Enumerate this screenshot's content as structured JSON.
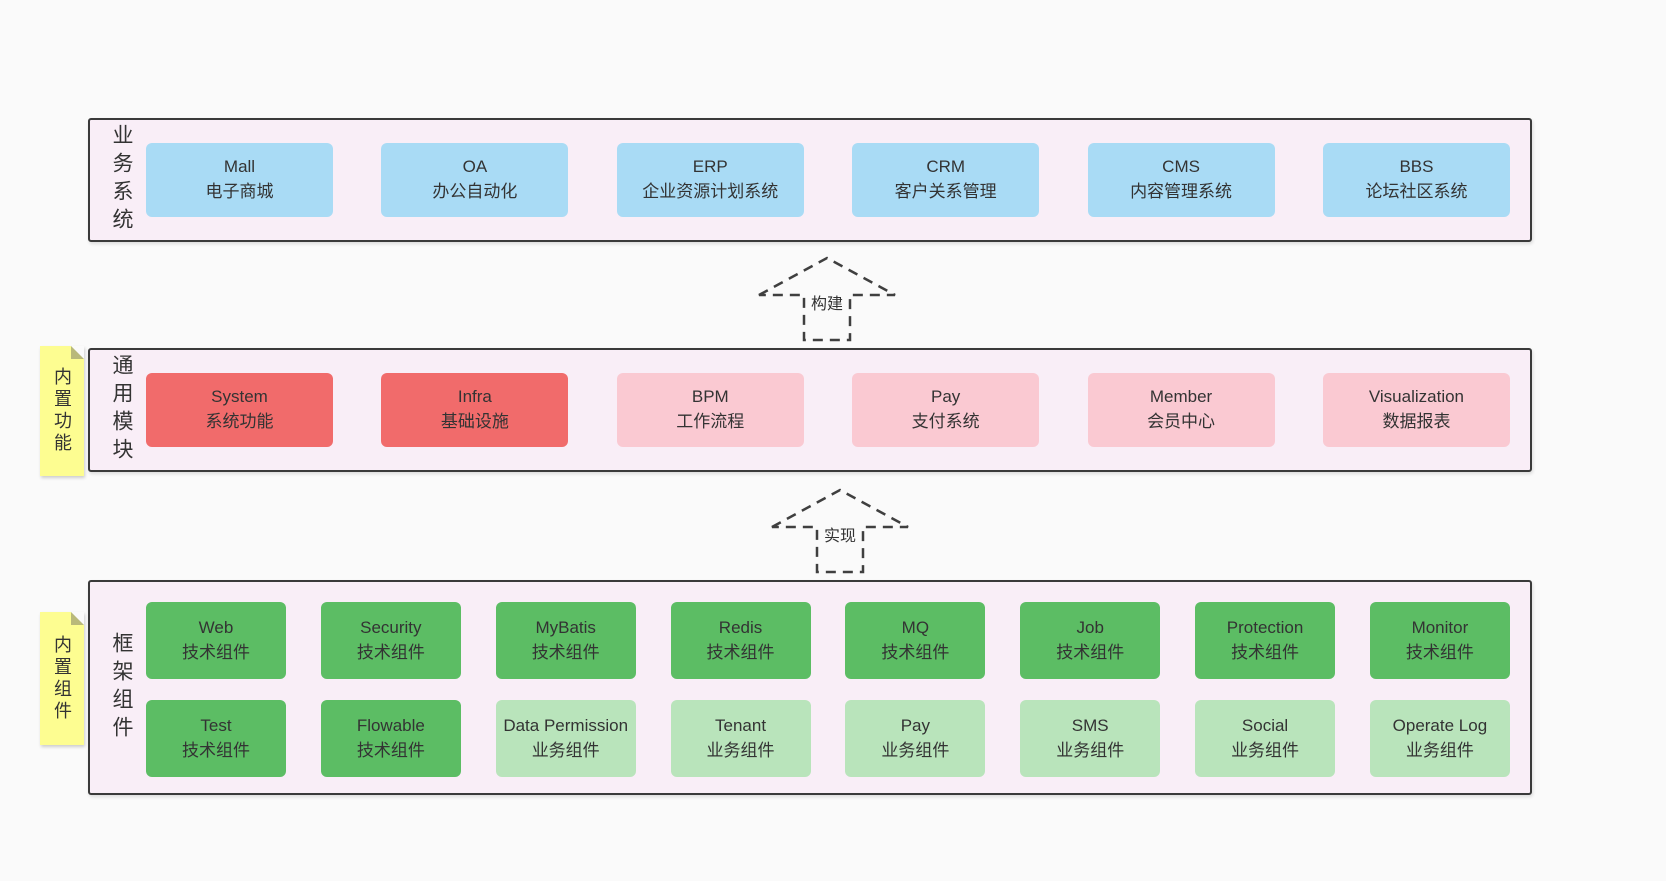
{
  "page": {
    "background": "#fafafa"
  },
  "arrows": {
    "build": "构建",
    "implement": "实现"
  },
  "layers": {
    "business": {
      "side_label": "业务系统",
      "boxes": [
        {
          "title": "Mall",
          "subtitle": "电子商城"
        },
        {
          "title": "OA",
          "subtitle": "办公自动化"
        },
        {
          "title": "ERP",
          "subtitle": "企业资源计划系统"
        },
        {
          "title": "CRM",
          "subtitle": "客户关系管理"
        },
        {
          "title": "CMS",
          "subtitle": "内容管理系统"
        },
        {
          "title": "BBS",
          "subtitle": "论坛社区系统"
        }
      ]
    },
    "modules": {
      "side_label": "通用模块",
      "sticky_note": "内置功能",
      "boxes": [
        {
          "title": "System",
          "subtitle": "系统功能"
        },
        {
          "title": "Infra",
          "subtitle": "基础设施"
        },
        {
          "title": "BPM",
          "subtitle": "工作流程"
        },
        {
          "title": "Pay",
          "subtitle": "支付系统"
        },
        {
          "title": "Member",
          "subtitle": "会员中心"
        },
        {
          "title": "Visualization",
          "subtitle": "数据报表"
        }
      ]
    },
    "components": {
      "side_label": "框架组件",
      "sticky_note": "内置组件",
      "row1": [
        {
          "title": "Web",
          "subtitle": "技术组件"
        },
        {
          "title": "Security",
          "subtitle": "技术组件"
        },
        {
          "title": "MyBatis",
          "subtitle": "技术组件"
        },
        {
          "title": "Redis",
          "subtitle": "技术组件"
        },
        {
          "title": "MQ",
          "subtitle": "技术组件"
        },
        {
          "title": "Job",
          "subtitle": "技术组件"
        },
        {
          "title": "Protection",
          "subtitle": "技术组件"
        },
        {
          "title": "Monitor",
          "subtitle": "技术组件"
        }
      ],
      "row2": [
        {
          "title": "Test",
          "subtitle": "技术组件"
        },
        {
          "title": "Flowable",
          "subtitle": "技术组件"
        },
        {
          "title": "Data Permission",
          "subtitle": "业务组件"
        },
        {
          "title": "Tenant",
          "subtitle": "业务组件"
        },
        {
          "title": "Pay",
          "subtitle": "业务组件"
        },
        {
          "title": "SMS",
          "subtitle": "业务组件"
        },
        {
          "title": "Social",
          "subtitle": "业务组件"
        },
        {
          "title": "Operate Log",
          "subtitle": "业务组件"
        }
      ]
    }
  },
  "colors": {
    "blue_card": "#a9dbf5",
    "red_card": "#f16b6b",
    "pink_card": "#fac9d2",
    "green_card": "#5cbd64",
    "light_green_card": "#b9e4bb",
    "panel": "#f9eef7",
    "sticky": "#fdfd91",
    "text": "#333333"
  }
}
